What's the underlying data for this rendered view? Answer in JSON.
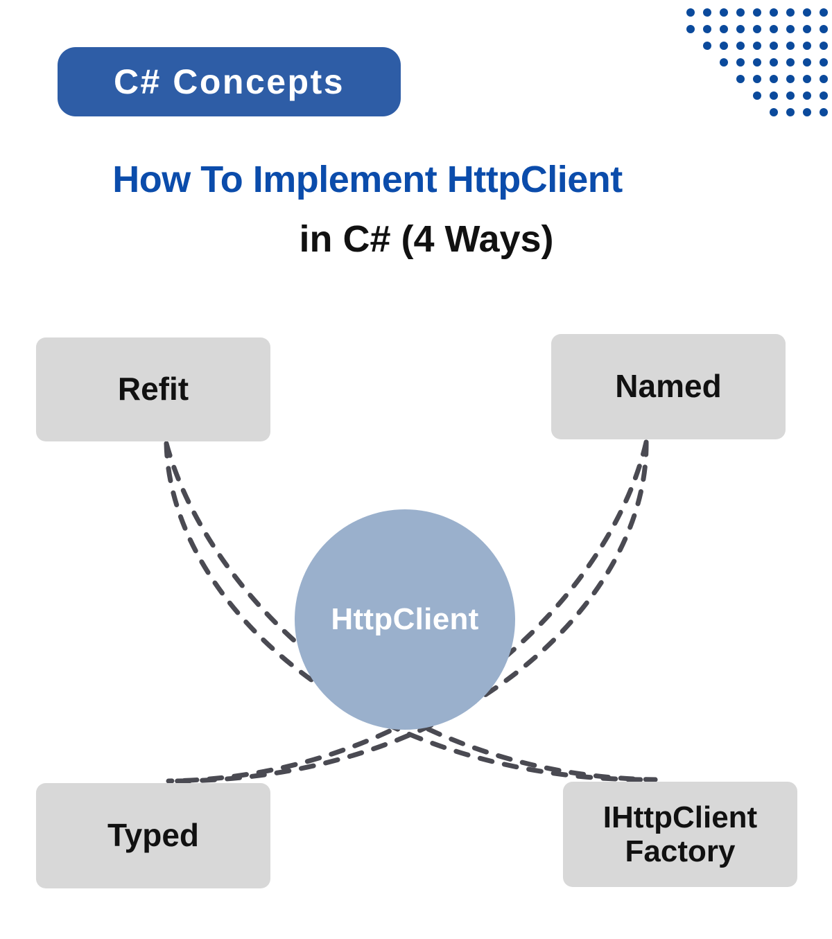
{
  "colors": {
    "badge_bg": "#2e5da6",
    "badge_text": "#ffffff",
    "headline_accent": "#0b4cab",
    "headline_dark": "#111111",
    "node_bg": "#d8d8d8",
    "node_text": "#111111",
    "center_circle": "#9ab0cc",
    "center_text": "#ffffff",
    "dots": "#0b4a9c",
    "arc_stroke": "#4a4a52",
    "page_bg": "#ffffff"
  },
  "badge": {
    "label": "C# Concepts"
  },
  "headline": {
    "line1": "How To Implement HttpClient",
    "line2": "in C# (4 Ways)"
  },
  "diagram": {
    "center": {
      "label": "HttpClient"
    },
    "nodes": [
      {
        "id": "refit",
        "label": "Refit",
        "position": "top-left"
      },
      {
        "id": "named",
        "label": "Named",
        "position": "top-right"
      },
      {
        "id": "typed",
        "label": "Typed",
        "position": "bottom-left"
      },
      {
        "id": "factory",
        "label": "IHttpClient\nFactory",
        "label_line1": "IHttpClient",
        "label_line2": "Factory",
        "position": "bottom-right"
      }
    ],
    "connectors": {
      "style": "dashed-arc",
      "count": 4,
      "dash": "18 18",
      "width": 7
    }
  },
  "decoration": {
    "dot_pattern": {
      "icon": "dot-grid-icon",
      "columns": 9,
      "rows": 8,
      "spacing": 24,
      "dot_radius": 6,
      "row_start_offsets": [
        0,
        0,
        1,
        2,
        3,
        4,
        5,
        6
      ]
    }
  }
}
